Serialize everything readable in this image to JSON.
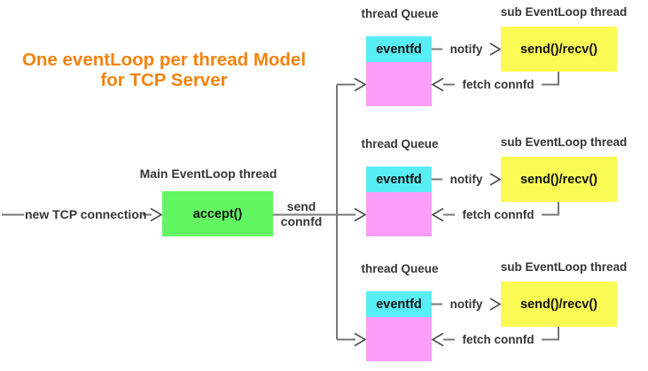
{
  "title": {
    "line1": "One eventLoop per thread Model",
    "line2": "for TCP Server"
  },
  "main": {
    "thread_label": "Main EventLoop thread",
    "accept_label": "accept()",
    "incoming_label": "new TCP connection",
    "send_connfd_line1": "send",
    "send_connfd_line2": "connfd"
  },
  "groups": [
    {
      "queue_label": "thread Queue",
      "sub_thread_label": "sub EventLoop thread",
      "eventfd_label": "eventfd",
      "send_recv_label": "send()/recv()",
      "notify_label": "notify",
      "fetch_label": "fetch connfd"
    },
    {
      "queue_label": "thread Queue",
      "sub_thread_label": "sub EventLoop thread",
      "eventfd_label": "eventfd",
      "send_recv_label": "send()/recv()",
      "notify_label": "notify",
      "fetch_label": "fetch connfd"
    },
    {
      "queue_label": "thread Queue",
      "sub_thread_label": "sub EventLoop thread",
      "eventfd_label": "eventfd",
      "send_recv_label": "send()/recv()",
      "notify_label": "notify",
      "fetch_label": "fetch connfd"
    }
  ],
  "colors": {
    "title_text": "#F5820D",
    "accept_box": "#62F762",
    "eventfd_box": "#58EEF6",
    "queue_box": "#FC9DF9",
    "send_recv_box": "#FAFA55",
    "connector_line": "#777777",
    "label_text": "#363636"
  }
}
